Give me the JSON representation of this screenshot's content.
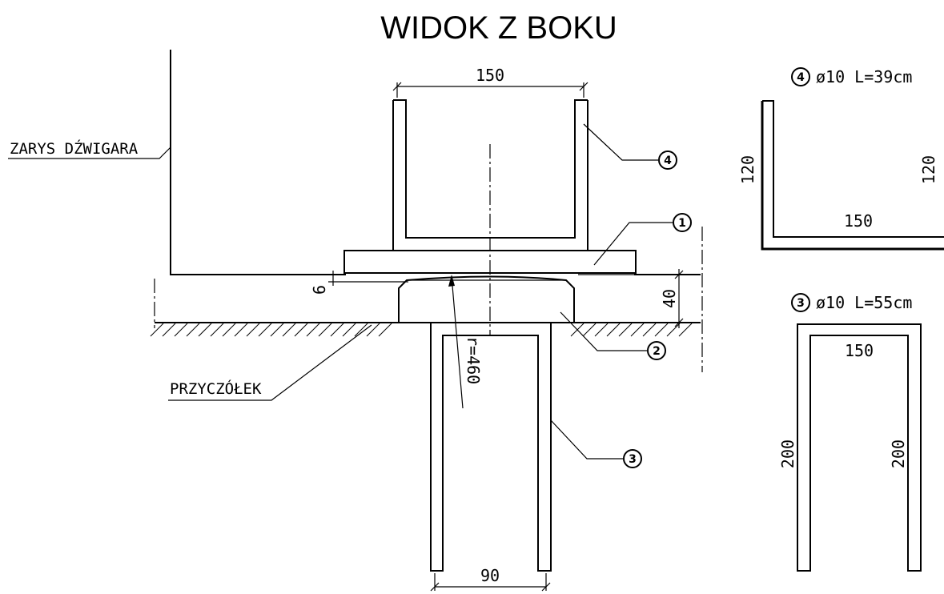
{
  "title": "WIDOK Z BOKU",
  "labels": {
    "girder_outline": "ZARYS DŹWIGARA",
    "abutment": "PRZYCZÓŁEK"
  },
  "dimensions": {
    "top_width": "150",
    "bottom_width": "90",
    "gap": "6",
    "bearing_height": "40",
    "radius": "r=460"
  },
  "callouts": [
    "1",
    "2",
    "3",
    "4"
  ],
  "detail_bar4": {
    "mark": "4",
    "spec": "ø10 L=39cm",
    "left_leg": "120",
    "right_leg": "120",
    "bottom": "150"
  },
  "detail_bar3": {
    "mark": "3",
    "spec": "ø10 L=55cm",
    "top": "150",
    "left_leg": "200",
    "right_leg": "200"
  }
}
